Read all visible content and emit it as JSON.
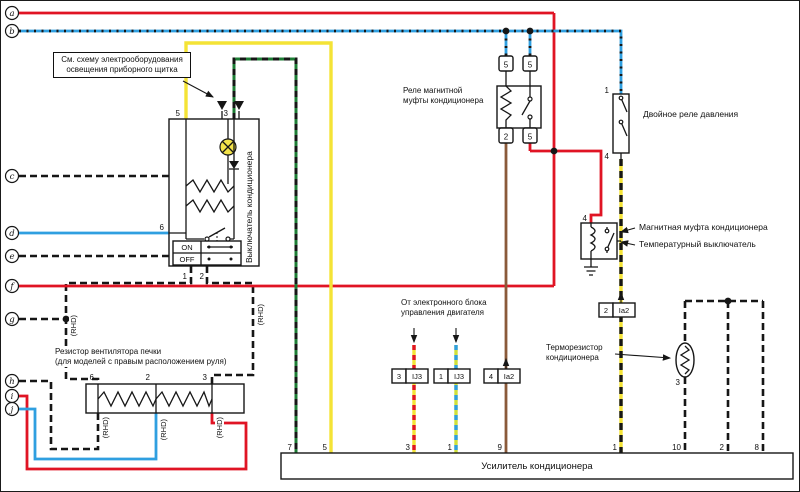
{
  "palette": {
    "red": "#e01424",
    "blue": "#2f9fe0",
    "yellow": "#f4e336",
    "green": "#1e7c35",
    "brown": "#8a5a3a",
    "black": "#161616",
    "yellow_green": "#cfe03a",
    "lamp": "#f3e34a",
    "background": "#ffffff"
  },
  "terminals": {
    "letters": [
      "a",
      "b",
      "c",
      "d",
      "e",
      "f",
      "g",
      "h",
      "i",
      "j"
    ]
  },
  "callout": {
    "line1": "См. схему электрооборудования",
    "line2": "освещения приборного щитка"
  },
  "switch": {
    "label": "Выключатель кондиционера",
    "pin_top_left": "5",
    "pin_top_right": "3",
    "pin_left": "6",
    "pin_bottom_left": "1",
    "pin_bottom_right": "2",
    "on": "ON",
    "off": "OFF"
  },
  "relay": {
    "line1": "Реле магнитной",
    "line2": "муфты кондиционера",
    "pin_tl": "5",
    "pin_tr": "5",
    "pin_bl": "2",
    "pin_br": "5"
  },
  "pressure_relay": {
    "label": "Двойное реле давления",
    "pin_top": "1",
    "pin_bottom": "4"
  },
  "clutch": {
    "label": "Магнитная муфта кондиционера",
    "pin": "4"
  },
  "temp_switch": {
    "label": "Температурный выключатель"
  },
  "thermistor": {
    "line1": "Терморезистор",
    "line2": "кондиционера",
    "pin": "3"
  },
  "heater_resistor": {
    "line1": "Резистор вентилятора печки",
    "line2": "(для моделей с правым расположением руля)",
    "pin1": "6",
    "pin2": "2",
    "pin3": "3"
  },
  "rhd": "(RHD)",
  "ecu": {
    "line1": "От электронного блока",
    "line2": "управления двигателя"
  },
  "connectors": {
    "ij3_left_pin": "3",
    "ij3_left": "IJ3",
    "ij3_right_pin": "1",
    "ij3_right": "IJ3",
    "ia2_brown_pin": "4",
    "ia2_brown": "Ia2",
    "ia2_pressure_pin": "2",
    "ia2_pressure": "Ia2"
  },
  "amplifier": {
    "label": "Усилитель кондиционера",
    "pins": [
      "7",
      "5",
      "3",
      "1",
      "9",
      "1",
      "10",
      "2",
      "8"
    ]
  }
}
